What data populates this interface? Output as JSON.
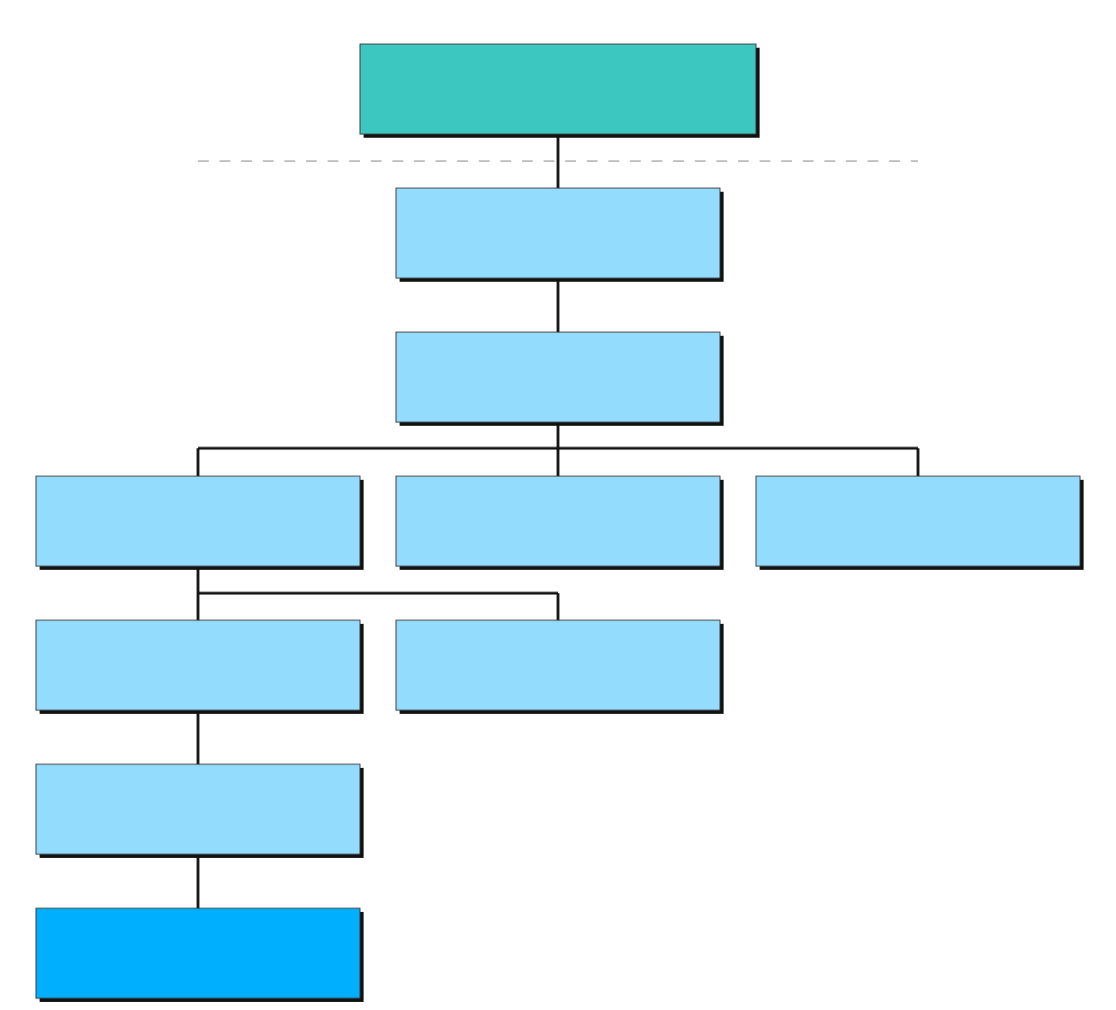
{
  "diagram": {
    "colors": {
      "root": "#3cc8c0",
      "node": "#94dcfd",
      "leaf": "#00b0ff",
      "connector": "#111111",
      "shadow": "#111111",
      "divider": "#bdbdbd"
    },
    "nodes": [
      {
        "id": "root",
        "level": 0,
        "style": "root",
        "label": ""
      },
      {
        "id": "level-1",
        "level": 1,
        "style": "node",
        "label": ""
      },
      {
        "id": "level-2",
        "level": 2,
        "style": "node",
        "label": ""
      },
      {
        "id": "level-3-left",
        "level": 3,
        "style": "node",
        "label": ""
      },
      {
        "id": "level-3-center",
        "level": 3,
        "style": "node",
        "label": ""
      },
      {
        "id": "level-3-right",
        "level": 3,
        "style": "node",
        "label": ""
      },
      {
        "id": "level-4-left",
        "level": 4,
        "style": "node",
        "label": ""
      },
      {
        "id": "level-4-center",
        "level": 4,
        "style": "node",
        "label": ""
      },
      {
        "id": "level-5",
        "level": 5,
        "style": "node",
        "label": ""
      },
      {
        "id": "level-6",
        "level": 6,
        "style": "leaf",
        "label": ""
      }
    ],
    "edges": [
      {
        "from": "root",
        "to": "level-1"
      },
      {
        "from": "level-1",
        "to": "level-2"
      },
      {
        "from": "level-2",
        "to": "level-3-left"
      },
      {
        "from": "level-2",
        "to": "level-3-center"
      },
      {
        "from": "level-2",
        "to": "level-3-right"
      },
      {
        "from": "level-3-left",
        "to": "level-4-left"
      },
      {
        "from": "level-3-left",
        "to": "level-4-center"
      },
      {
        "from": "level-4-left",
        "to": "level-5"
      },
      {
        "from": "level-5",
        "to": "level-6"
      }
    ]
  }
}
